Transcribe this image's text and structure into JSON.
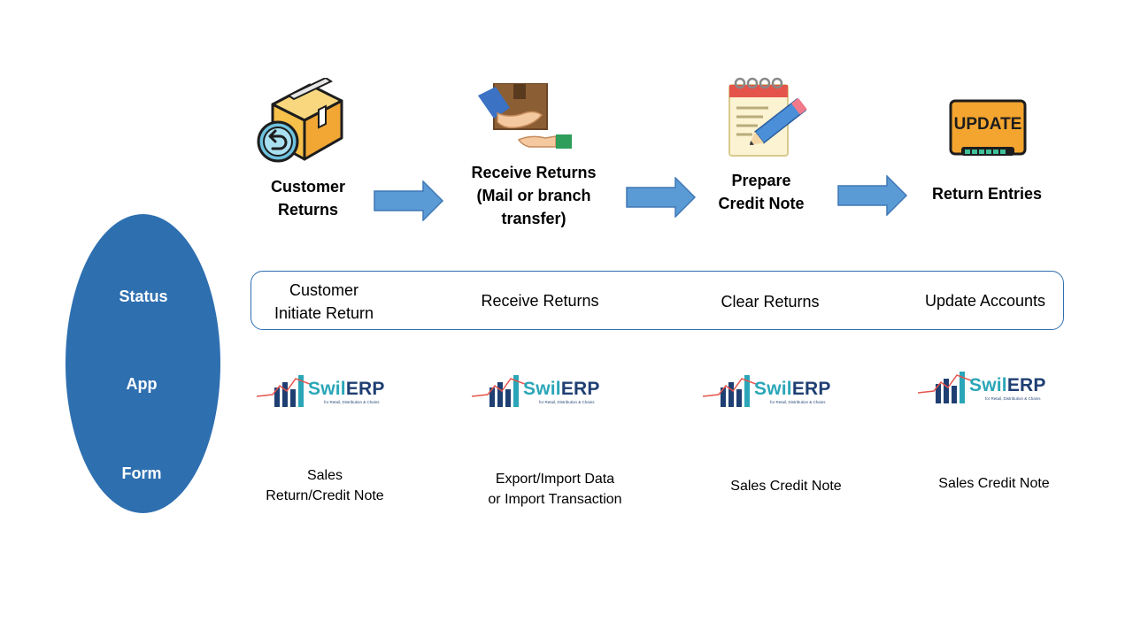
{
  "colors": {
    "accent": "#2e6fb0",
    "arrow": "#5b9bd5",
    "logo_teal": "#2aa6b8",
    "logo_navy": "#1f3f73"
  },
  "steps": [
    {
      "label": "Customer\nReturns",
      "icon": "box-return-icon"
    },
    {
      "label": "Receive Returns\n(Mail or branch\ntransfer)",
      "icon": "package-handover-icon"
    },
    {
      "label": "Prepare\nCredit Note",
      "icon": "notepad-pencil-icon"
    },
    {
      "label": "Return Entries",
      "icon": "update-screen-icon"
    }
  ],
  "update_icon_text": "UPDATE",
  "side_labels": {
    "status": "Status",
    "app": "App",
    "form": "Form"
  },
  "status": [
    "Customer\nInitiate Return",
    "Receive Returns",
    "Clear Returns",
    "Update Accounts"
  ],
  "app_logo": {
    "brand_a": "Swil",
    "brand_b": "ERP",
    "tagline": "for Retail, Distribution & Chains"
  },
  "forms": [
    "Sales\nReturn/Credit Note",
    "Export/Import Data\nor Import Transaction",
    "Sales Credit Note",
    "Sales Credit Note"
  ]
}
